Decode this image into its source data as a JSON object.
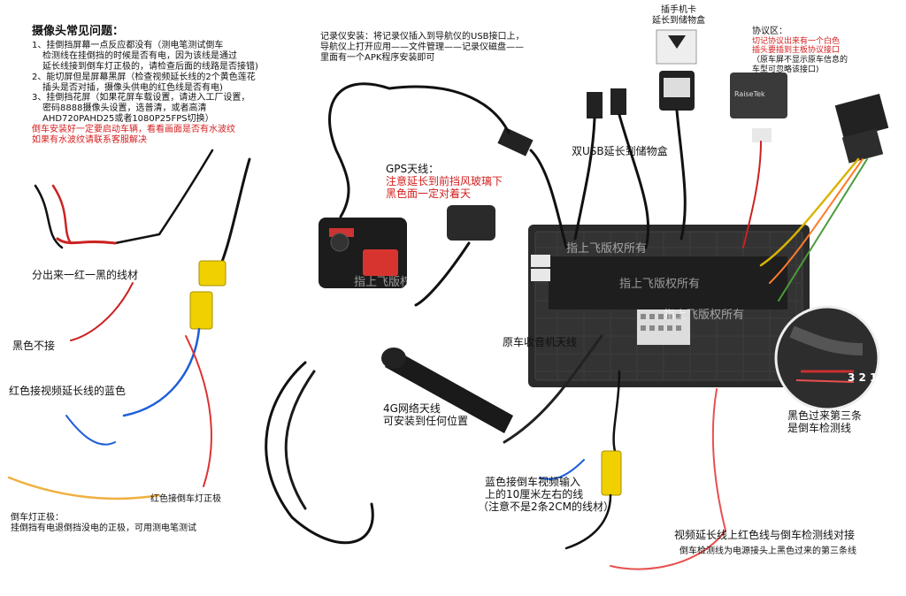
{
  "camera_faq": {
    "title": "摄像头常见问题：",
    "item1": [
      "1、挂倒挡屏幕一点反应都没有（测电笔测试倒车",
      "检测线在挂倒挡的时候是否有电，因为该线是通过",
      "延长线接到倒车灯正极的，请检查后面的线路是否接错)"
    ],
    "item2": [
      "2、能切屏但是屏幕黑屏（检查视频延长线的2个黄色莲花",
      "插头是否对插，摄像头供电的红色线是否有电)"
    ],
    "item3": [
      "3、挂倒挡花屏（如果花屏车载设置，请进入工厂设置，",
      "密码8888摄像头设置，选普清，或者高清",
      "AHD720PAHD25或者1080P25FPS切换）"
    ],
    "warning": [
      "倒车安装好一定要启动车辆，看看画面是否有水波纹",
      "如果有水波纹请联系客服解决"
    ]
  },
  "recorder_note": [
    "记录仪安装：将记录仪插入到导航仪的USB接口上，",
    "导航仪上打开应用——文件管理——记录仪磁盘——",
    "里面有一个APK程序安装即可"
  ],
  "sim_label": [
    "插手机卡",
    "延长到储物盒"
  ],
  "protocol": {
    "title": "协议区：",
    "red_lines": [
      "切记协议出来有一个白色",
      "插头要插到主板协议接口"
    ],
    "black_lines": [
      "（原车屏不显示原车信息的",
      "车型可忽略该接口)"
    ]
  },
  "gps": {
    "title": "GPS天线：",
    "red_lines": [
      "注意延长到前挡风玻璃下",
      "黑色面一定对着天"
    ]
  },
  "dual_usb": "双USB延长到储物盒",
  "split_wire": "分出来一红一黑的线材",
  "black_no_connect": "黑色不接",
  "red_to_blue": "红色接视频延长线的蓝色",
  "radio_antenna": "原车收音机天线",
  "lte_antenna": [
    "4G网络天线",
    "可安装到任何位置"
  ],
  "blue_video": [
    "蓝色接倒车视频输入",
    "上的10厘米左右的线",
    "（注意不是2条2CM的线材）"
  ],
  "red_reverse_light": "红色接倒车灯正极",
  "reverse_light": {
    "title": "倒车灯正极：",
    "desc": "挂倒挡有电退倒挡没电的正极，可用测电笔测试"
  },
  "black_third": [
    "黑色过来第三条",
    "是倒车检测线"
  ],
  "pin_numbers": "3 2 1",
  "video_red": "视频延长线上红色线与倒车检测线对接",
  "detect_wire": "倒车检测线为电源接头上黑色过来的第三条线",
  "watermark": "指上飞版权所有",
  "device_brand": "RaiseTek",
  "colors": {
    "red_text": "#d42020",
    "black_text": "#111111",
    "unit_body": "#2a2a2a"
  }
}
